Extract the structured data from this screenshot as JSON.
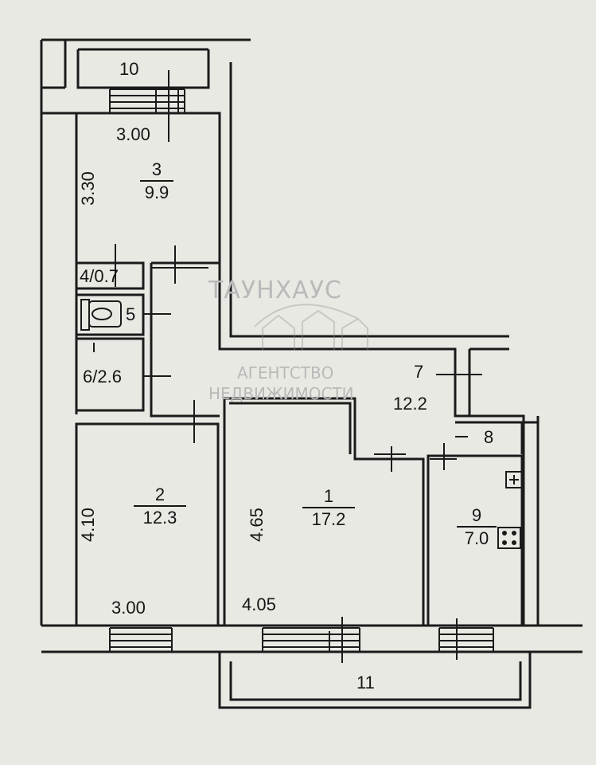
{
  "watermark": {
    "brand": "ТАУНХАУС",
    "line1": "АГЕНТСТВО",
    "line2": "НЕДВИЖИМОСТИ"
  },
  "rooms": {
    "r1": {
      "number": "1",
      "area": "17.2"
    },
    "r2": {
      "number": "2",
      "area": "12.3"
    },
    "r3": {
      "number": "3",
      "area": "9.9"
    },
    "r4": {
      "label": "4/0.7"
    },
    "r5": {
      "number": "5"
    },
    "r6": {
      "label": "6/2.6"
    },
    "r7": {
      "number": "7",
      "area": "12.2"
    },
    "r8": {
      "number": "8"
    },
    "r9": {
      "number": "9",
      "area": "7.0"
    },
    "r10": {
      "number": "10"
    },
    "r11": {
      "number": "11"
    }
  },
  "dimensions": {
    "room3_width": "3.00",
    "room3_depth": "3.30",
    "room2_depth": "4.10",
    "room2_width": "3.00",
    "room1_depth": "4.65",
    "room1_width": "4.05"
  },
  "icons": [
    "toilet-icon",
    "stove-icon",
    "sink-icon"
  ]
}
